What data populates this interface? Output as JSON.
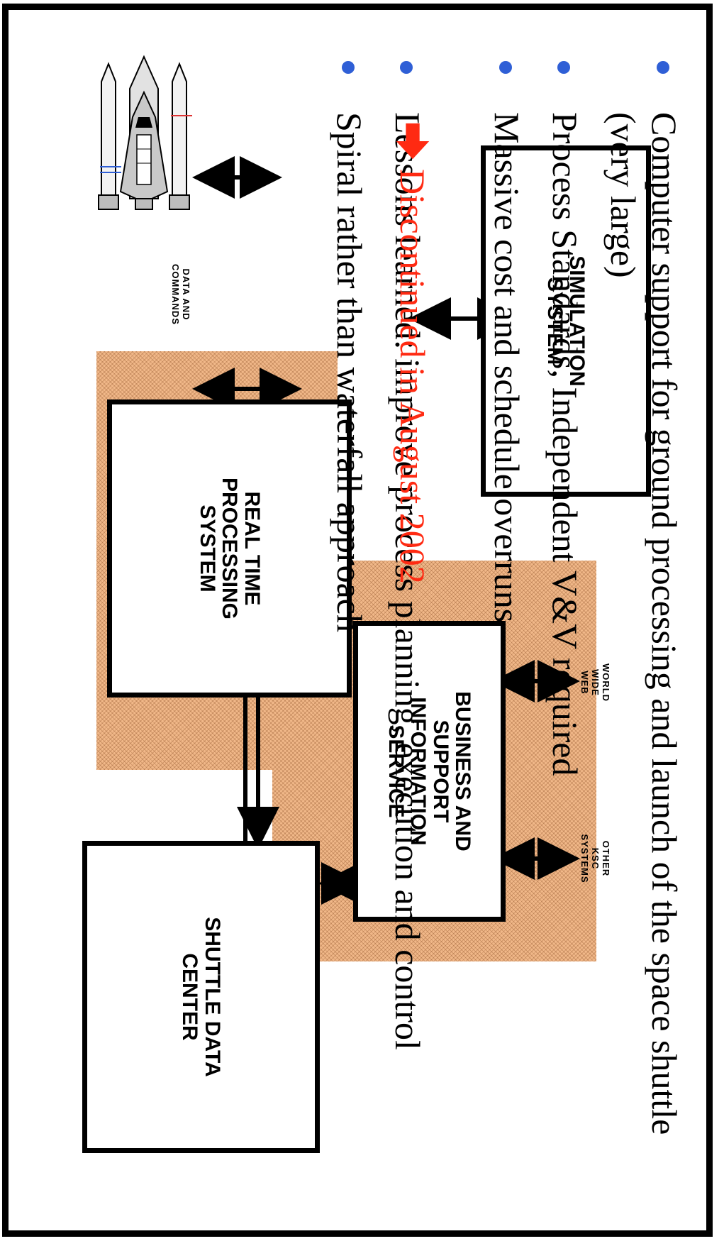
{
  "bullets": [
    {
      "text": "Computer support for ground processing and launch of the space shuttle (very large)"
    },
    {
      "text": "Process Standards, Independent V&V required"
    },
    {
      "text": "Massive cost and schedule overruns"
    },
    {
      "text": "Lessons learned: improve process planning, execution and control"
    },
    {
      "text": "Spiral rather than waterfall approach"
    }
  ],
  "sub_bullet": {
    "text": "Discontinued in August 2002"
  },
  "diagram": {
    "simulation_box": "SIMULATION SYSTEM",
    "realtime_box": "REAL TIME PROCESSING SYSTEM",
    "business_box": "BUSINESS AND SUPPORT INFORMATION SERVICE",
    "data_center_box": "SHUTTLE DATA CENTER",
    "label_www": "WORLD WIDE WEB",
    "label_other": "OTHER KSC SYSTEMS",
    "label_data_commands": "DATA AND COMMANDS"
  },
  "colors": {
    "bullet": "#2f5fd6",
    "accent": "#ff2a12",
    "hatch": "#f1b889",
    "frame": "#000000"
  }
}
